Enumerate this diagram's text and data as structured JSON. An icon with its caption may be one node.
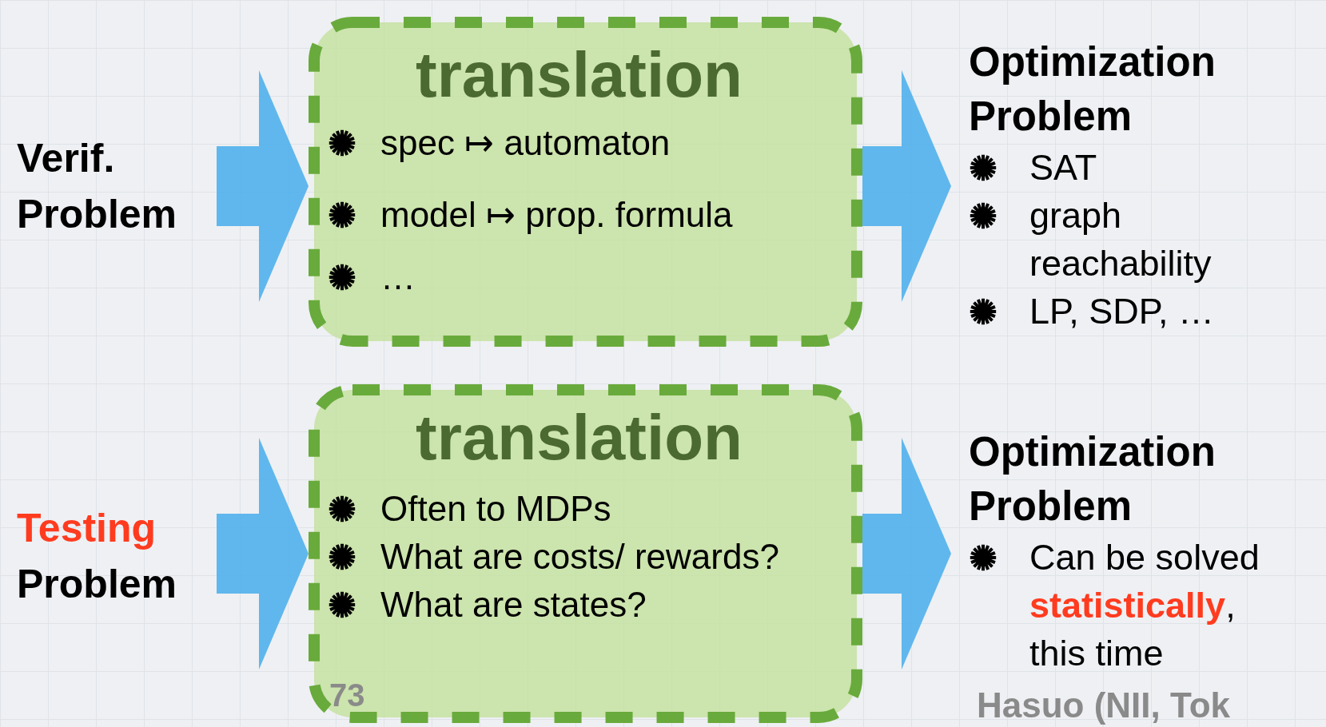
{
  "diagram": {
    "nodes": [
      {
        "text": [
          "Verif.",
          "Problem"
        ]
      },
      {
        "text": [
          "translation",
          "spec ↦ automaton",
          "model ↦ prop. formula",
          "…"
        ]
      },
      {
        "text": [
          "Optimization Problem",
          "SAT",
          "graph reachability",
          "LP, SDP, …"
        ]
      },
      {
        "text": [
          "Testing",
          "Problem"
        ]
      },
      {
        "text": [
          "translation",
          "Often to MDPs",
          "What are costs/ rewards?",
          "What are states?"
        ]
      },
      {
        "text": [
          "Optimization Problem",
          "Can be solved **statistically**, this time"
        ]
      }
    ],
    "edges": [
      {
        "from": 0,
        "to": 1,
        "arrow": "to"
      },
      {
        "from": 1,
        "to": 2,
        "arrow": "to"
      },
      {
        "from": 3,
        "to": 4,
        "arrow": "to"
      },
      {
        "from": 4,
        "to": 5,
        "arrow": "to"
      }
    ],
    "labels": [
      "73",
      "Hasuo (NII, Tok"
    ]
  }
}
